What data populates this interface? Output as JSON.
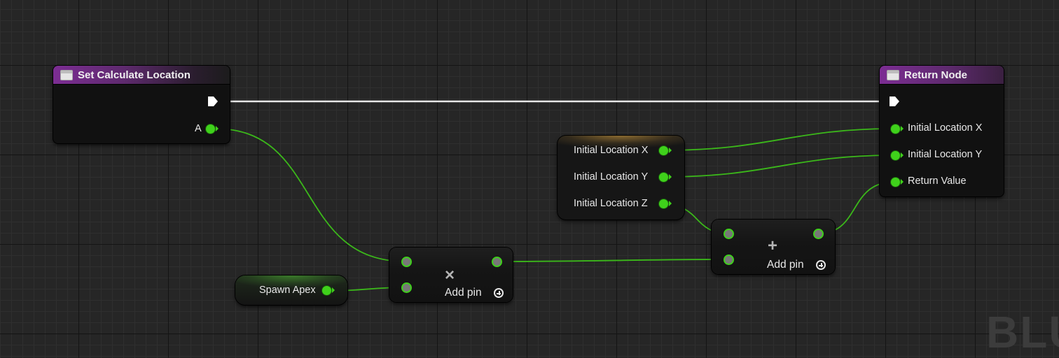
{
  "watermark": "BLU",
  "nodes": {
    "set_calc": {
      "title": "Set Calculate Location",
      "pin_a": "A"
    },
    "return_node": {
      "title": "Return Node",
      "pins": [
        "Initial Location X",
        "Initial Location Y",
        "Return Value"
      ]
    },
    "getters": {
      "location_x": "Initial Location X",
      "location_y": "Initial Location Y",
      "location_z": "Initial Location Z",
      "spawn_apex": "Spawn Apex"
    },
    "multiply": {
      "symbol": "×",
      "add_pin": "Add pin"
    },
    "add": {
      "symbol": "+",
      "add_pin": "Add pin"
    }
  },
  "colors": {
    "float_pin": "#3fd11b",
    "exec_wire": "#e8e8e8",
    "function_header": "#7c2d93",
    "grid_background": "#262626"
  },
  "icons": [
    "function-icon",
    "exec-pin-icon",
    "float-pin-icon",
    "multiply-icon",
    "add-icon",
    "add-pin-icon"
  ]
}
